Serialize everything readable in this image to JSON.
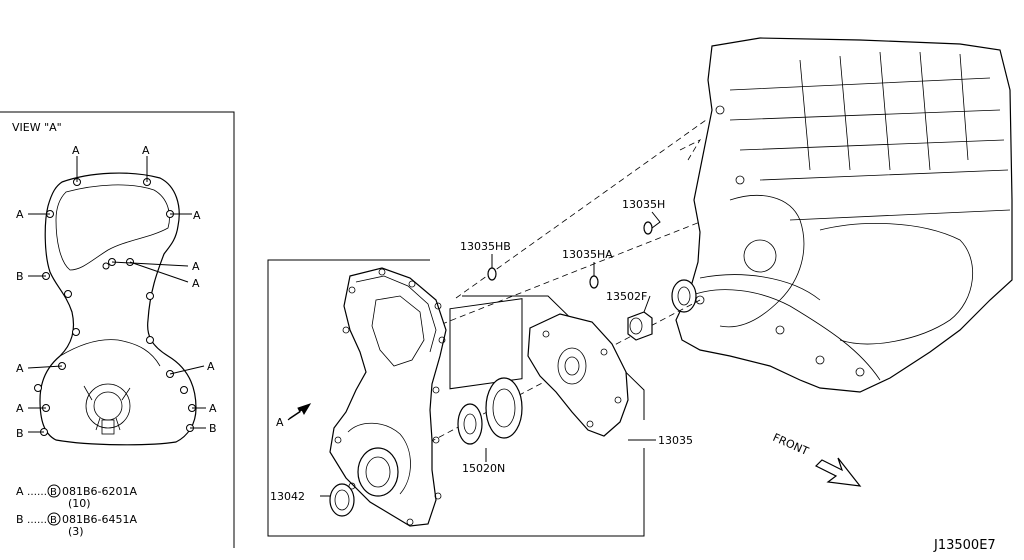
{
  "view_panel": {
    "title": "VIEW \"A\"",
    "bolt_label_a": "A",
    "bolt_label_b": "B",
    "legend": [
      {
        "key": "A",
        "dots": "……",
        "circled": "B",
        "part": "081B6-6201A",
        "qty": "(10)"
      },
      {
        "key": "B",
        "dots": "……",
        "circled": "B",
        "part": "081B6-6451A",
        "qty": "(3)"
      }
    ]
  },
  "callouts": {
    "p13035HB": "13035HB",
    "p13035HA": "13035HA",
    "p13035H": "13035H",
    "p13502F": "13502F",
    "p13035": "13035",
    "p15020N": "15020N",
    "p13042": "13042",
    "view_arrow": "A",
    "front": "FRONT"
  },
  "diagram_code": "J13500E7"
}
